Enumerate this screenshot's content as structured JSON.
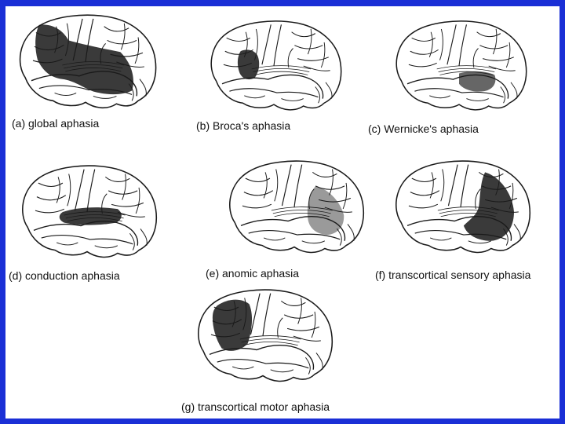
{
  "panels": [
    {
      "id": "a",
      "caption": "(a) global aphasia",
      "highlight": "global"
    },
    {
      "id": "b",
      "caption": "(b) Broca's aphasia",
      "highlight": "broca"
    },
    {
      "id": "c",
      "caption": "(c) Wernicke's aphasia",
      "highlight": "wernicke"
    },
    {
      "id": "d",
      "caption": "(d) conduction aphasia",
      "highlight": "conduction"
    },
    {
      "id": "e",
      "caption": "(e) anomic aphasia",
      "highlight": "anomic"
    },
    {
      "id": "f",
      "caption": "(f) transcortical sensory aphasia",
      "highlight": "tc-sensory"
    },
    {
      "id": "g",
      "caption": "(g) transcortical motor aphasia",
      "highlight": "tc-motor"
    }
  ],
  "colors": {
    "frame": "#1a2fd6",
    "background": "#ffffff",
    "outline": "#1a1a1a",
    "lesion_dark": "#3a3a3a",
    "lesion_light": "#9a9a9a"
  }
}
